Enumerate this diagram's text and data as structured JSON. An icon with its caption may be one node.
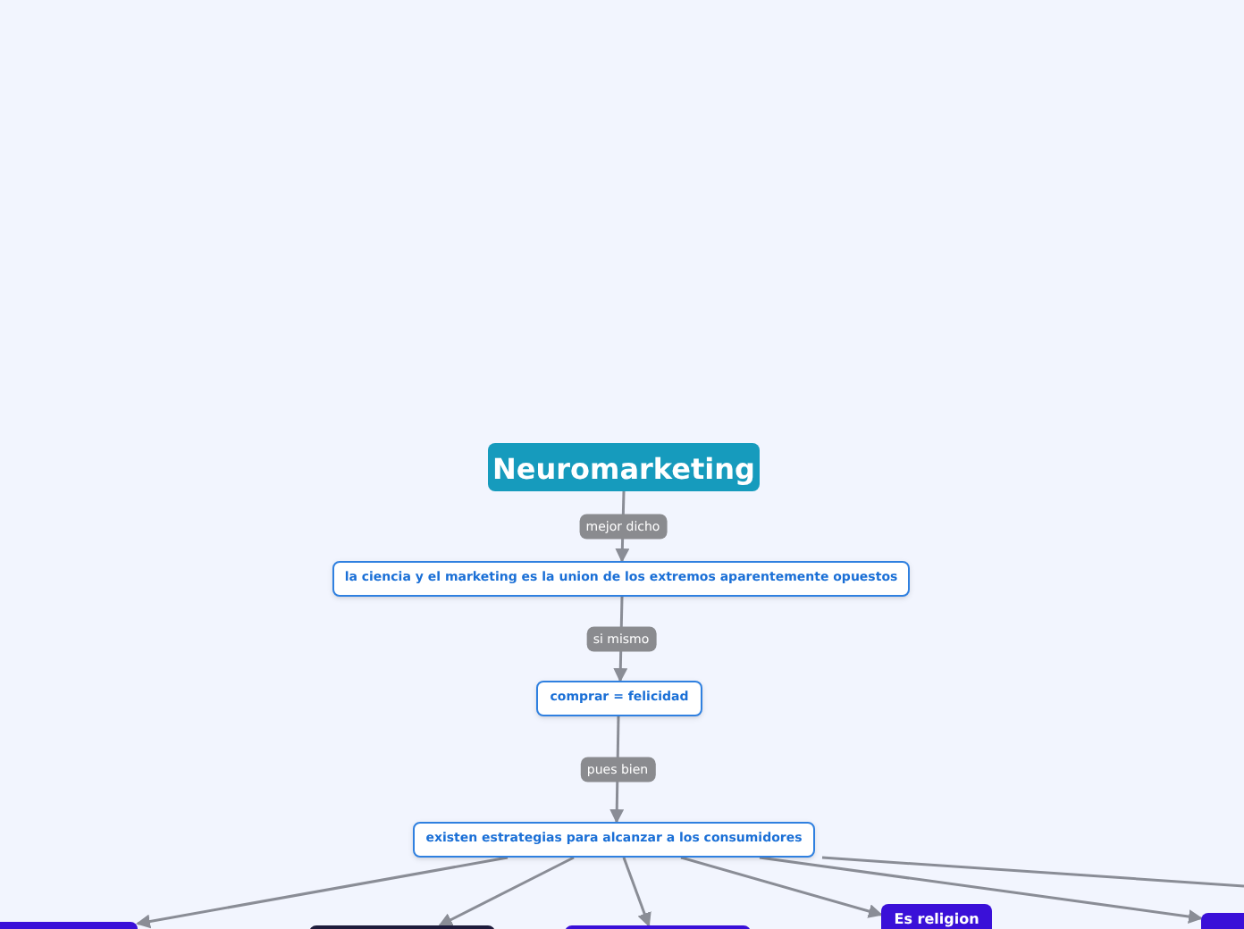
{
  "diagram": {
    "nodes": [
      {
        "text": [
          "Neuromarketing"
        ]
      },
      {
        "text": [
          "la ciencia y el marketing es la union de los extremos aparentemente opuestos"
        ]
      },
      {
        "text": [
          "comprar = felicidad"
        ]
      },
      {
        "text": [
          "existen estrategias para alcanzar a los consumidores"
        ]
      },
      {
        "text": [],
        "shape": "box"
      },
      {
        "text": [],
        "shape": "box"
      },
      {
        "text": [],
        "shape": "box"
      },
      {
        "text": [
          "Es religion"
        ]
      },
      {
        "text": [],
        "shape": "box"
      }
    ],
    "edges": [
      {
        "from": 0,
        "to": 1,
        "arrow": "to",
        "label": "mejor dicho"
      },
      {
        "from": 1,
        "to": 2,
        "arrow": "to",
        "label": "si mismo"
      },
      {
        "from": 2,
        "to": 3,
        "arrow": "to",
        "label": "pues bien"
      },
      {
        "from": 3,
        "to": 4,
        "arrow": "to"
      },
      {
        "from": 3,
        "to": 5,
        "arrow": "to"
      },
      {
        "from": 3,
        "to": 6,
        "arrow": "to"
      },
      {
        "from": 3,
        "to": 7,
        "arrow": "to"
      },
      {
        "from": 3,
        "to": 8,
        "arrow": "to"
      },
      {
        "from": 3,
        "to": null,
        "arrow": "none"
      }
    ]
  }
}
